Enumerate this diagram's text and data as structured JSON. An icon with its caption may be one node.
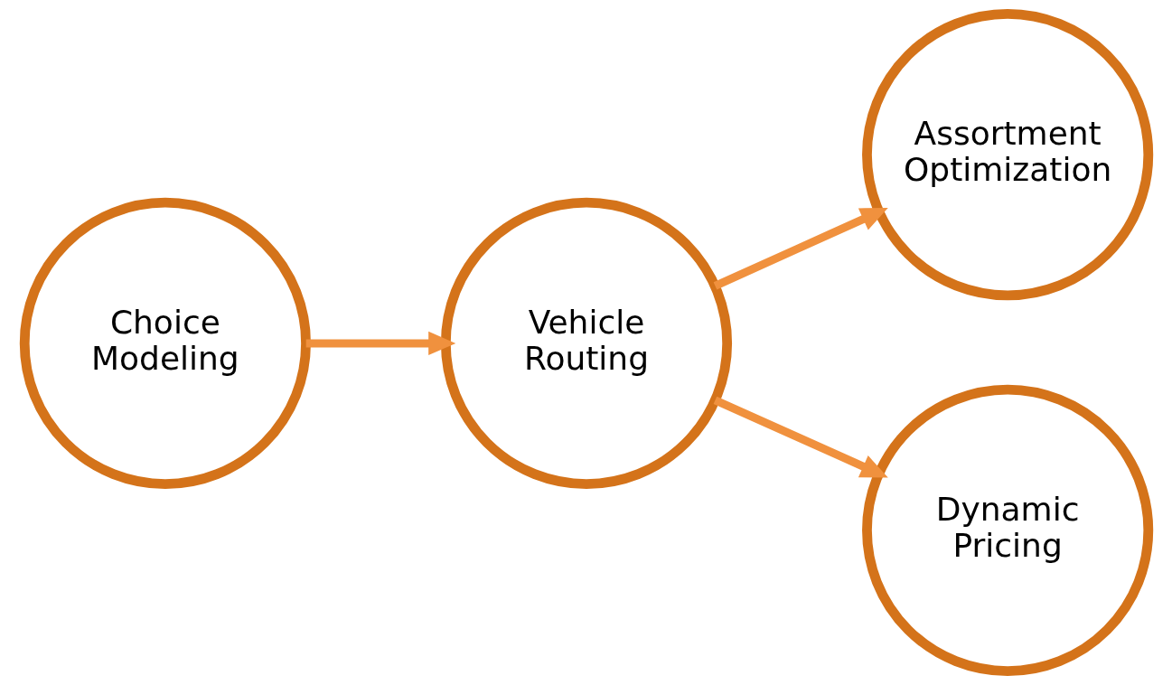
{
  "diagram": {
    "nodes": [
      {
        "text": [
          "Choice Modeling"
        ]
      },
      {
        "text": [
          "Vehicle Routing"
        ]
      },
      {
        "text": [
          "Assortment Optimization"
        ]
      },
      {
        "text": [
          "Dynamic Pricing"
        ]
      }
    ],
    "edges": [
      {
        "from": 0,
        "to": 1,
        "arrow": "to"
      },
      {
        "from": 1,
        "to": 2,
        "arrow": "to"
      },
      {
        "from": 1,
        "to": 3,
        "arrow": "to"
      }
    ]
  }
}
